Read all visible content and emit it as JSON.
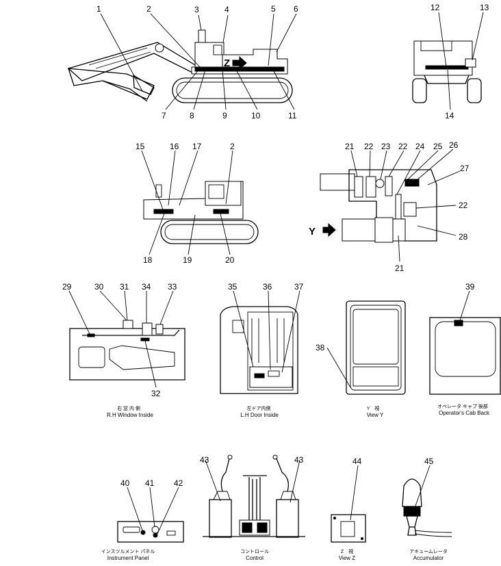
{
  "callouts": [
    "1",
    "2",
    "3",
    "4",
    "5",
    "6",
    "7",
    "8",
    "9",
    "10",
    "11",
    "12",
    "13",
    "14",
    "15",
    "16",
    "17",
    "2",
    "21",
    "22",
    "23",
    "22",
    "24",
    "25",
    "26",
    "27",
    "22",
    "28",
    "21",
    "18",
    "19",
    "20",
    "29",
    "30",
    "31",
    "34",
    "33",
    "32",
    "35",
    "36",
    "37",
    "38",
    "39",
    "40",
    "41",
    "42",
    "43",
    "43",
    "44",
    "45"
  ],
  "markers": {
    "z": "Z",
    "y": "Y"
  },
  "captions": [
    {
      "jp": "右 窓 内 側",
      "en": "R.H Window Inside"
    },
    {
      "jp": "左ドア内側",
      "en": "L.H Door Inside"
    },
    {
      "jp": "Y　視",
      "en": "View Y"
    },
    {
      "jp": "オペレータ キャブ 後部",
      "en": "Operator's Cab Back"
    },
    {
      "jp": "インスツルメント パネル",
      "en": "Instrument Panel"
    },
    {
      "jp": "コントロール",
      "en": "Control"
    },
    {
      "jp": "Z　視",
      "en": "View Z"
    },
    {
      "jp": "アキュームレータ",
      "en": "Accumulator"
    }
  ]
}
